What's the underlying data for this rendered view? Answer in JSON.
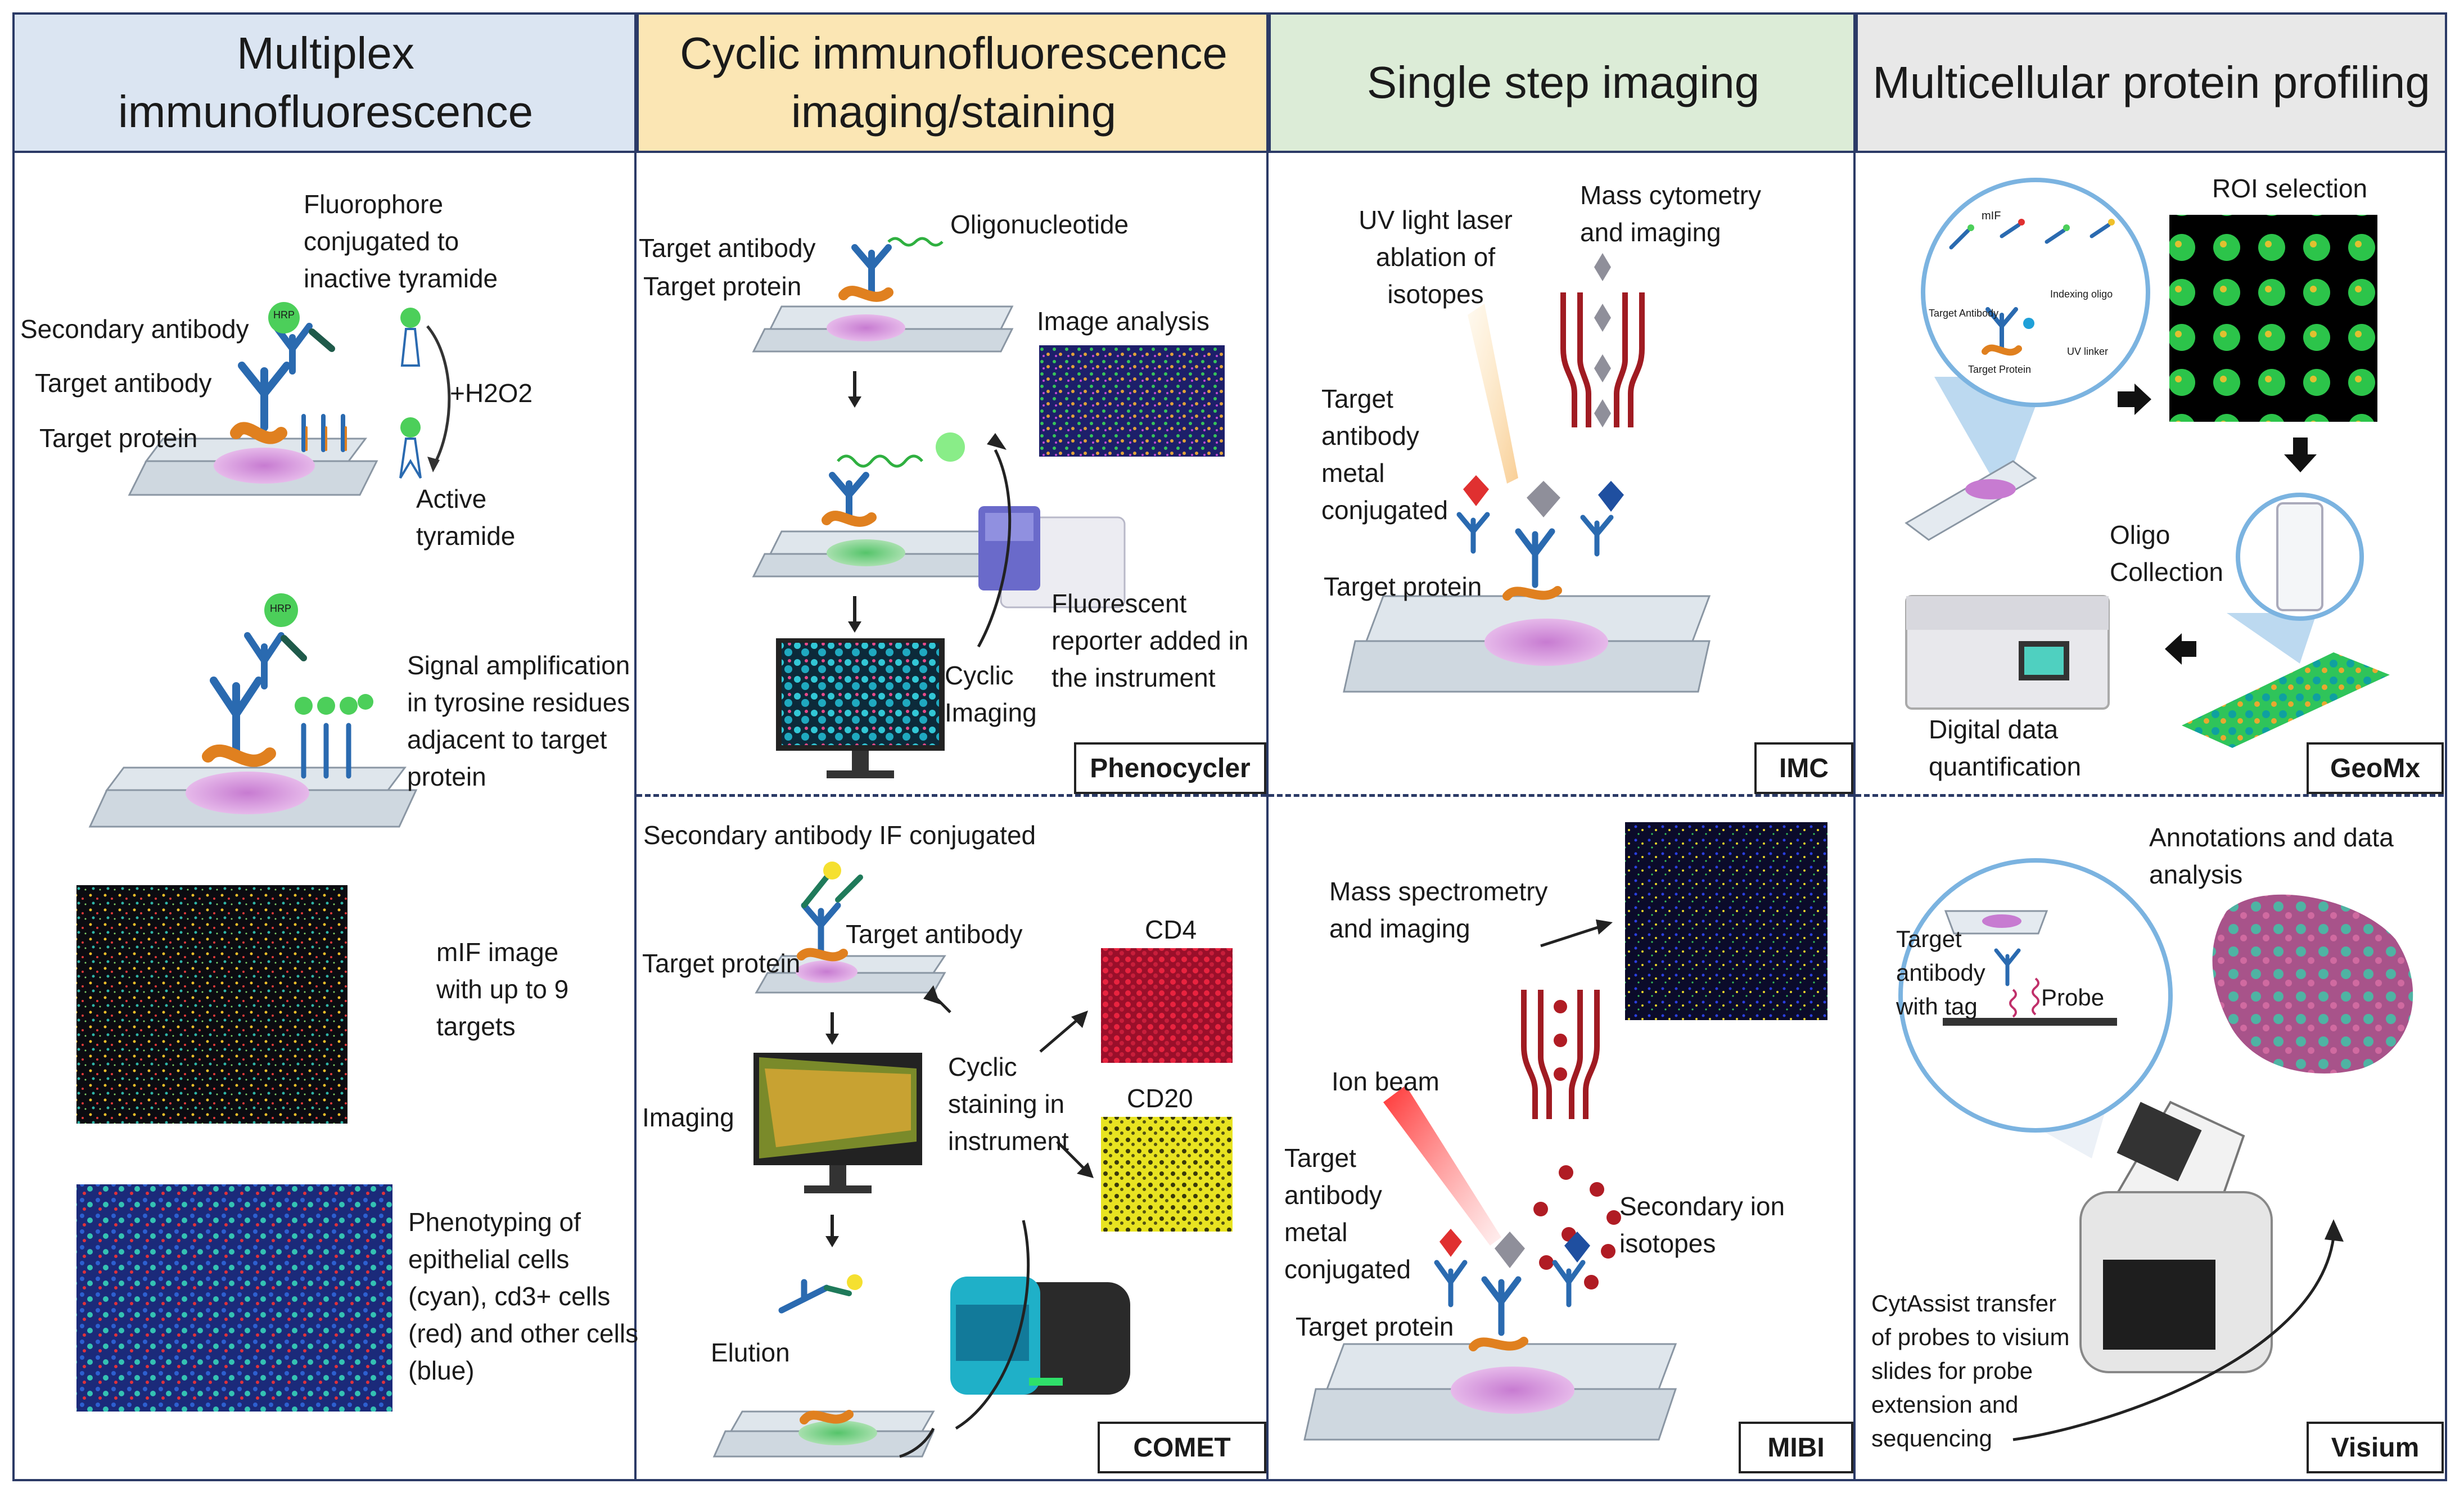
{
  "columns": [
    {
      "title": "Multiplex immunofluorescence",
      "color": "#dbe5f2"
    },
    {
      "title": "Cyclic immunofluorescence imaging/staining",
      "color": "#fbe6b4"
    },
    {
      "title": "Single step imaging",
      "color": "#dcecd7"
    },
    {
      "title": "Multicellular protein profiling",
      "color": "#e8e8e8"
    }
  ],
  "mif": {
    "fluorophore": "Fluorophore conjugated to inactive tyramide",
    "secondary_antibody": "Secondary antibody",
    "target_antibody": "Target antibody",
    "target_protein": "Target protein",
    "h2o2": "+H2O2",
    "active_tyramide": "Active tyramide",
    "hrp": "HRP",
    "signal_amp": "Signal amplification in tyrosine residues adjacent to target protein",
    "mif_image": "mIF image with up to 9 targets",
    "phenotyping": "Phenotyping of epithelial cells (cyan), cd3+ cells (red) and other cells (blue)"
  },
  "phenocycler": {
    "target_antibody": "Target antibody",
    "target_protein": "Target protein",
    "oligonucleotide": "Oligonucleotide",
    "image_analysis": "Image analysis",
    "fluorescent_reporter": "Fluorescent reporter added in the instrument",
    "cyclic_imaging": "Cyclic Imaging",
    "tag": "Phenocycler"
  },
  "comet": {
    "secondary_if": "Secondary antibody IF conjugated",
    "target_antibody": "Target antibody",
    "target_protein": "Target protein",
    "imaging": "Imaging",
    "cyclic_staining": "Cyclic staining in instrument",
    "cd4": "CD4",
    "cd20": "CD20",
    "elution": "Elution",
    "tag": "COMET"
  },
  "imc": {
    "uv_laser": "UV light laser ablation of isotopes",
    "mass_cytometry": "Mass cytometry and imaging",
    "target_antibody": "Target antibody metal conjugated",
    "target_protein": "Target protein",
    "tag": "IMC"
  },
  "mibi": {
    "mass_spec": "Mass spectrometry and imaging",
    "ion_beam": "Ion beam",
    "target_antibody": "Target antibody metal conjugated",
    "secondary_ion": "Secondary ion isotopes",
    "target_protein": "Target protein",
    "tag": "MIBI"
  },
  "geomx": {
    "roi_selection": "ROI selection",
    "mif": "mIF",
    "target_antibody": "Target Antibody",
    "indexing_oligo": "Indexing oligo",
    "uv_linker": "UV linker",
    "target_protein": "Target Protein",
    "oligo_collection": "Oligo Collection",
    "digital_data": "Digital data quantification",
    "tag": "GeoMx"
  },
  "visium": {
    "annotations": "Annotations and data analysis",
    "target_antibody": "Target antibody with tag",
    "probe": "Probe",
    "cytassist": "CytAssist transfer of probes to visium slides for probe extension and sequencing",
    "tag": "Visium"
  }
}
